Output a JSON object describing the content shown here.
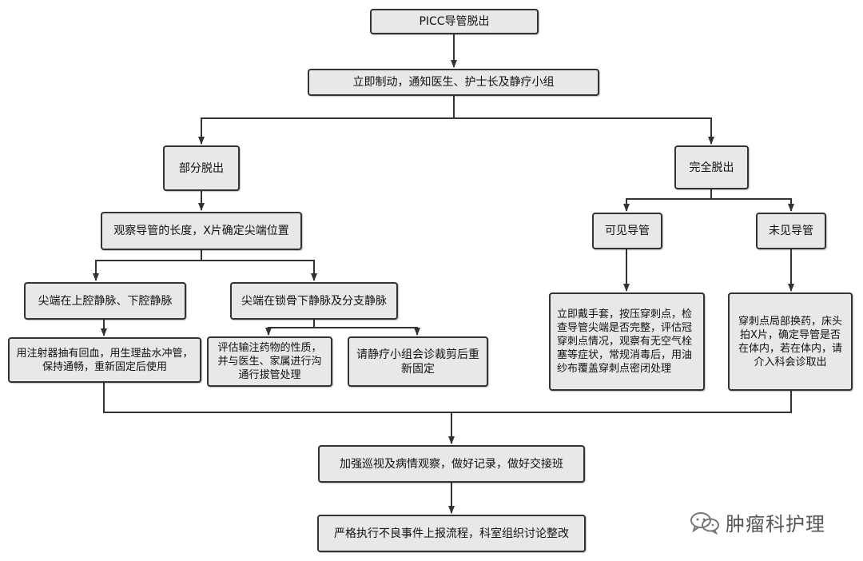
{
  "nodes": {
    "root": "PICC导管脱出",
    "immediate": "立即制动，通知医生、护士长及静疗小组",
    "partial": "部分脱出",
    "complete": "完全脱出",
    "observe": "观察导管的长度，X片确定尖端位置",
    "tip_vena_cava": "尖端在上腔静脉、下腔静脉",
    "tip_subclavian": "尖端在锁骨下静脉及分支静脉",
    "flush": "用注射器抽有回血，用生理盐水冲管，保持通畅，重新固定后使用",
    "assess_drug": "评估输注药物的性质，并与医生、家属进行沟通行拔管处理",
    "consult_trim": "请静疗小组会诊裁剪后重新固定",
    "visible": "可见导管",
    "not_visible": "未见导管",
    "visible_action": "立即戴手套，按压穿刺点，检查导管尖端是否完整，评估冠穿刺点情况，观察有无空气栓塞等症状，常规消毒后，用油纱布覆盖穿刺点密闭处理",
    "not_visible_action": "穿刺点局部换药，床头拍X片，确定导管是否在体内，若在体内，请介入科会诊取出",
    "strengthen": "加强巡视及病情观察，做好记录，做好交接班",
    "report": "严格执行不良事件上报流程，科室组织讨论整改"
  },
  "watermark": {
    "text": "肿瘤科护理",
    "icon": "wechat-icon"
  },
  "colors": {
    "node_fill": "#e8e8e8",
    "node_border": "#333333",
    "connector": "#333333"
  }
}
